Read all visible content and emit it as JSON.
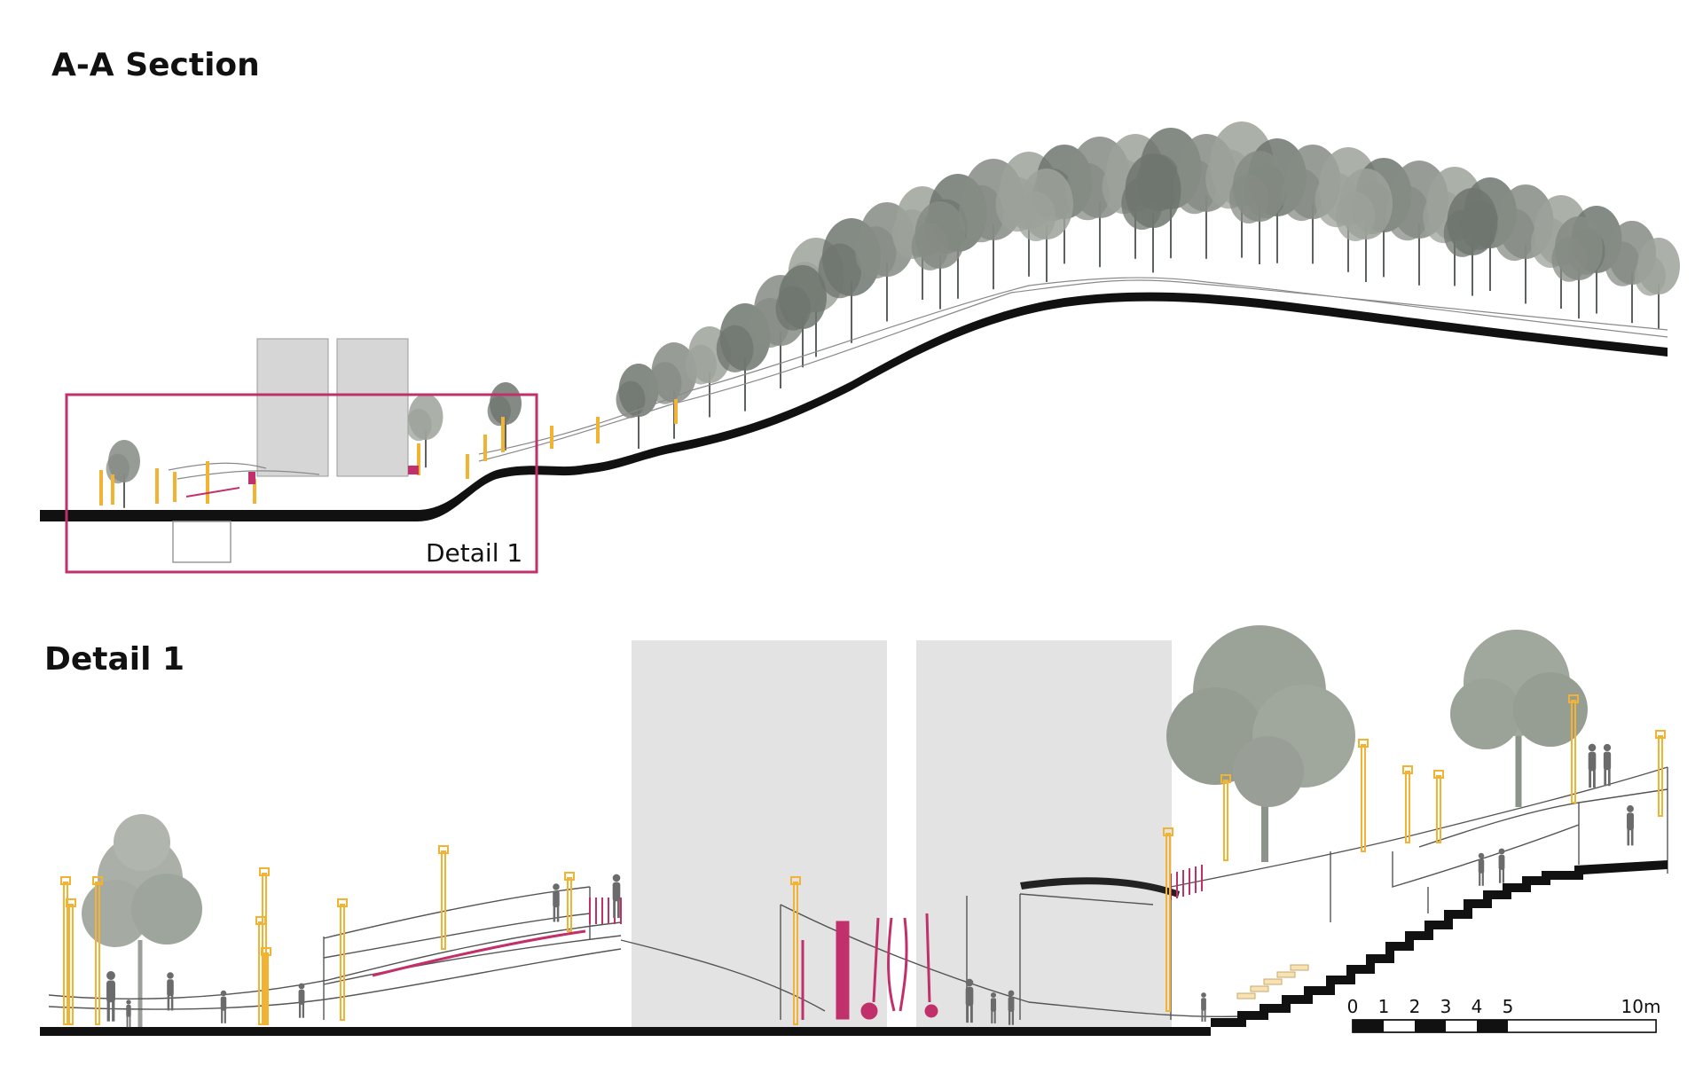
{
  "section": {
    "title": "A-A Section",
    "detail_callout": "Detail 1"
  },
  "detail": {
    "title": "Detail 1"
  },
  "scale_bar": {
    "labels": [
      "0",
      "1",
      "2",
      "3",
      "4",
      "5",
      "10m"
    ]
  },
  "colors": {
    "ground": "#111111",
    "tree": "#7f867d",
    "tree_dark": "#59605b",
    "building": "#d9d9d9",
    "lamp": "#f3b332",
    "accent": "#c2306b",
    "outline": "#6e6e6e"
  }
}
